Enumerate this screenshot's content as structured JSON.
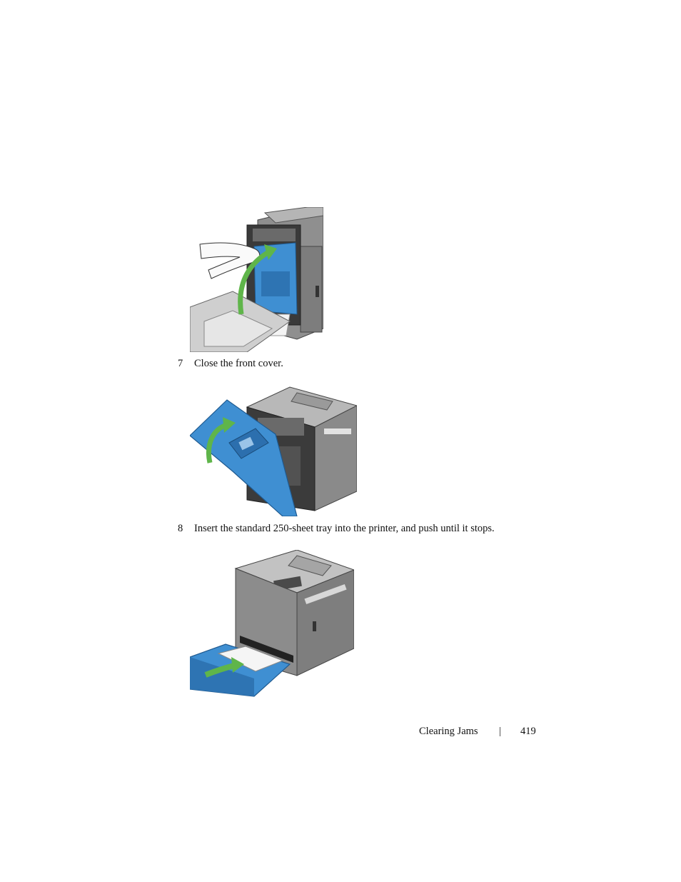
{
  "steps": [
    {
      "number": "7",
      "text": "Close the front cover."
    },
    {
      "number": "8",
      "text": "Insert the standard 250-sheet tray into the printer, and push until it stops."
    }
  ],
  "footer": {
    "section": "Clearing Jams",
    "separator": "|",
    "page_number": "419"
  },
  "colors": {
    "printer_gray": "#9a9a9a",
    "printer_dark": "#5e5e5e",
    "part_blue": "#3f8fd2",
    "arrow_green": "#5fb54a"
  }
}
